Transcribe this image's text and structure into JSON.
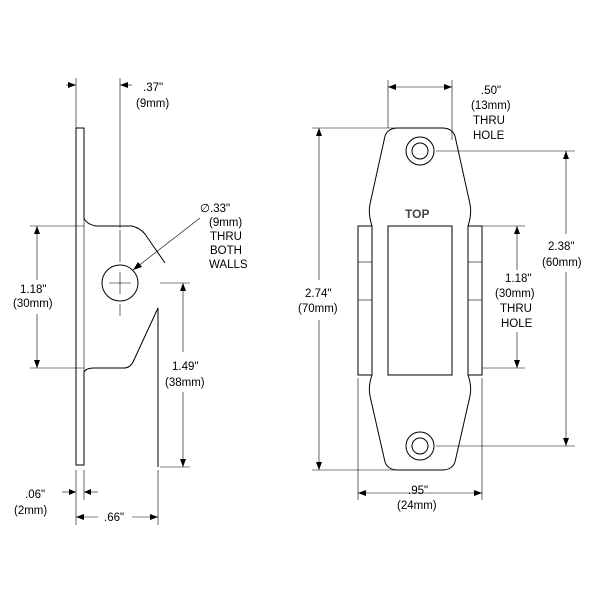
{
  "side_view": {
    "top_offset": [
      "",
      ".37\"",
      "(9mm)"
    ],
    "hole_dia": [
      "∅.33\"",
      "(9mm)",
      "THRU",
      "BOTH",
      "WALLS"
    ],
    "hole_height": [
      "1.18\"",
      "(30mm)"
    ],
    "lower_height": [
      "1.49\"",
      "(38mm)"
    ],
    "thickness": [
      ".06\"",
      "(2mm)"
    ],
    "depth": [
      ".66\""
    ]
  },
  "front_view": {
    "hole_spacing_top": [
      ".50\"",
      "(13mm)",
      "THRU",
      "HOLE"
    ],
    "overall_height": [
      "2.74\"",
      "(70mm)"
    ],
    "hole_center_dist": [
      "2.38\"",
      "(60mm)"
    ],
    "slot_height": [
      "1.18\"",
      "(30mm)",
      "THRU",
      "HOLE"
    ],
    "width": [
      ".95\"",
      "(24mm)"
    ],
    "top_marking": "TOP"
  }
}
